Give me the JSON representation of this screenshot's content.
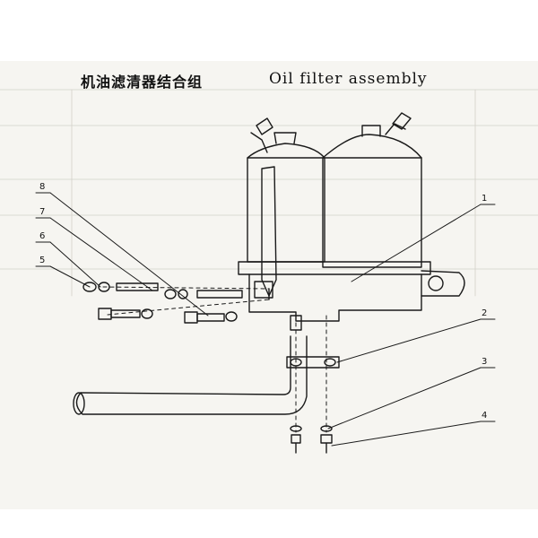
{
  "title": {
    "cn": "机油滤清器结合组",
    "en": "Oil filter assembly"
  },
  "callouts": [
    {
      "id": "1",
      "text": "1"
    },
    {
      "id": "2",
      "text": "2"
    },
    {
      "id": "3",
      "text": "3"
    },
    {
      "id": "4",
      "text": "4"
    },
    {
      "id": "5",
      "text": "5"
    },
    {
      "id": "6",
      "text": "6"
    },
    {
      "id": "7",
      "text": "7"
    },
    {
      "id": "8",
      "text": "8"
    }
  ],
  "colors": {
    "line": "#1a1a1a",
    "paper": "#f6f5f1"
  }
}
